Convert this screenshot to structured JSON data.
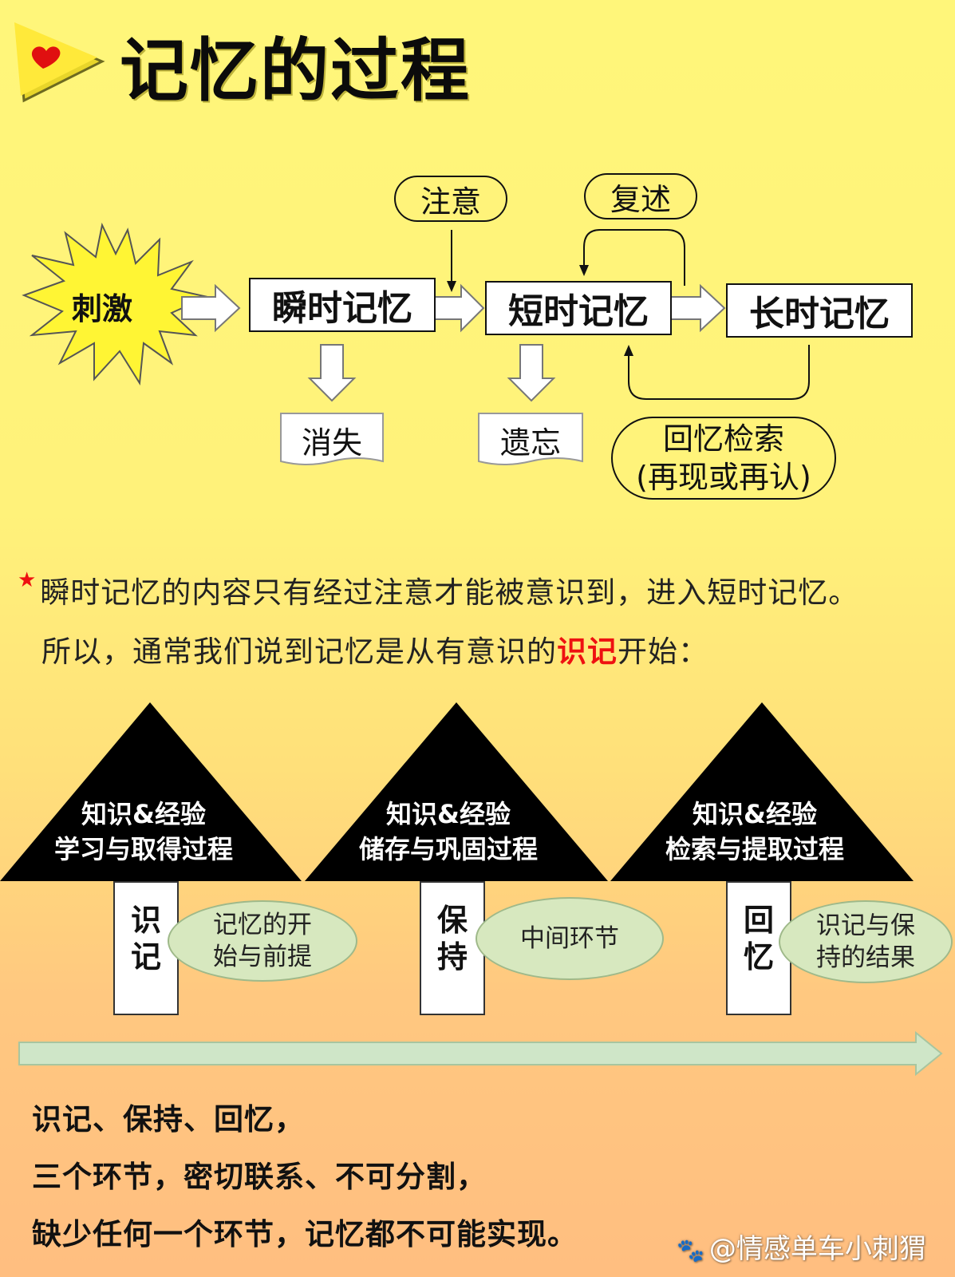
{
  "title": "记忆的过程",
  "flow": {
    "stimulus": "刺激",
    "sensory": "瞬时记忆",
    "short_term": "短时记忆",
    "long_term": "长时记忆",
    "attention": "注意",
    "rehearsal": "复述",
    "fade": "消失",
    "forget": "遗忘",
    "retrieval_line1": "回忆检索",
    "retrieval_line2": "(再现或再认)"
  },
  "note": {
    "line1": "瞬时记忆的内容只有经过注意才能被意识到，进入短时记忆。",
    "line2_pre": "所以，通常我们说到记忆是从有意识的",
    "line2_red": "识记",
    "line2_post": "开始："
  },
  "stages": [
    {
      "tri_line1": "知识&经验",
      "tri_line2": "学习与取得过程",
      "pole_char1": "识",
      "pole_char2": "记",
      "oval_line1": "记忆的开",
      "oval_line2": "始与前提"
    },
    {
      "tri_line1": "知识&经验",
      "tri_line2": "储存与巩固过程",
      "pole_char1": "保",
      "pole_char2": "持",
      "oval_line1": "中间环节",
      "oval_line2": ""
    },
    {
      "tri_line1": "知识&经验",
      "tri_line2": "检索与提取过程",
      "pole_char1": "回",
      "pole_char2": "忆",
      "oval_line1": "识记与保",
      "oval_line2": "持的结果"
    }
  ],
  "summary": {
    "line1": "识记、保持、回忆，",
    "line2": "三个环节，密切联系、不可分割，",
    "line3": "缺少任何一个环节，记忆都不可能实现。"
  },
  "watermark": "@情感单车小刺猬",
  "colors": {
    "heart": "#e01010",
    "oval_fill": "#d7e8bf",
    "highlight_red": "#e11111"
  }
}
